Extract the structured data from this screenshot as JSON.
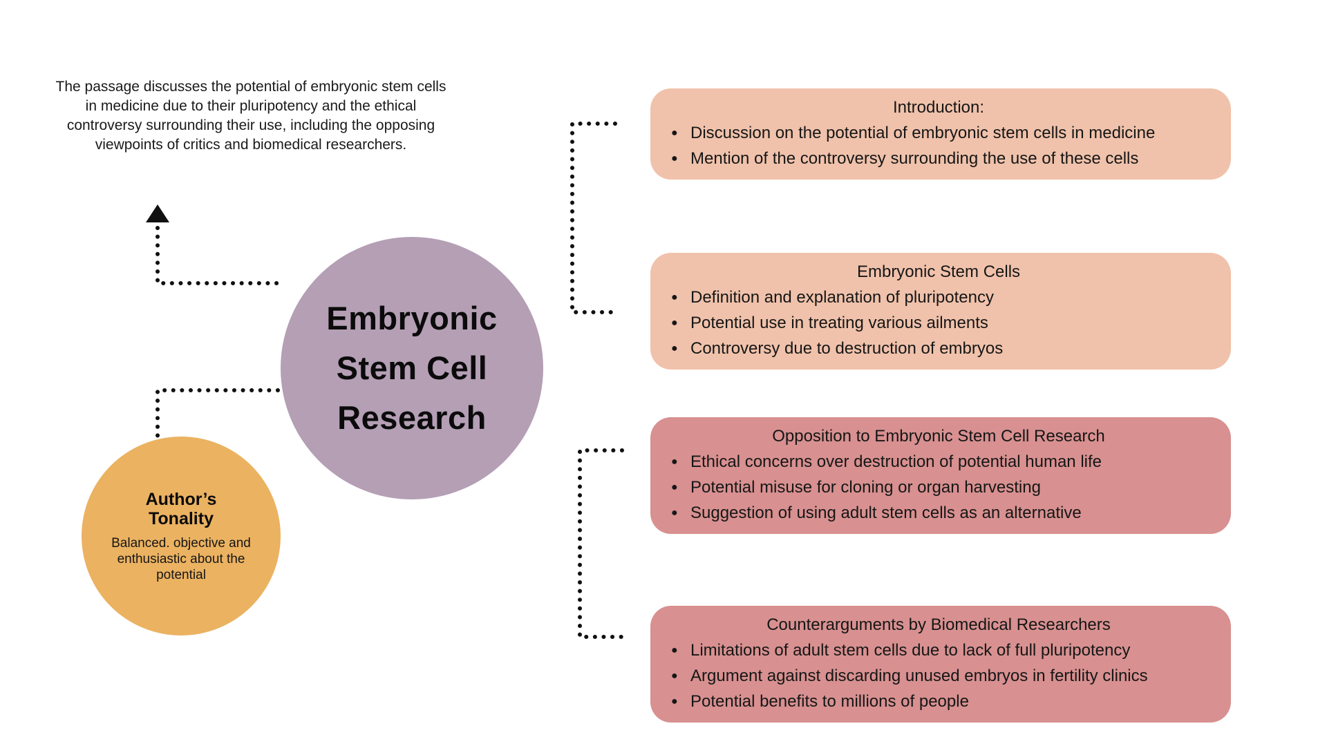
{
  "diagram": {
    "summary": "The passage discusses the potential of embryonic stem cells in  medicine due to their pluripotency and the ethical controversy surrounding their use, including the opposing viewpoints of critics and biomedical researchers.",
    "central": {
      "title": "Embryonic Stem Cell Research",
      "color": "#b49fb5"
    },
    "tonality": {
      "title": "Author’s Tonality",
      "body": "Balanced. objective and enthusiastic about the potential",
      "color": "#ebb261"
    },
    "branches": [
      {
        "title": "Introduction:",
        "color": "#f0c2ab",
        "bullets": [
          "Discussion on the potential of embryonic stem cells in medicine",
          "Mention of the controversy surrounding the use of these cells"
        ]
      },
      {
        "title": "Embryonic Stem Cells",
        "color": "#f0c2ab",
        "bullets": [
          "Definition and explanation of pluripotency",
          "Potential use in treating various ailments",
          "Controversy due to destruction of embryos"
        ]
      },
      {
        "title": "Opposition to Embryonic Stem Cell Research",
        "color": "#d89090",
        "bullets": [
          "Ethical concerns over destruction of potential human life",
          "Potential misuse for cloning or organ harvesting",
          "Suggestion of using adult stem cells as an alternative"
        ]
      },
      {
        "title": "Counterarguments by Biomedical Researchers",
        "color": "#d89090",
        "bullets": [
          "Limitations of adult stem cells due to lack of full pluripotency",
          "Argument against discarding unused embryos in fertility clinics",
          "Potential benefits to millions of people"
        ]
      }
    ],
    "connector_color": "#111111"
  }
}
